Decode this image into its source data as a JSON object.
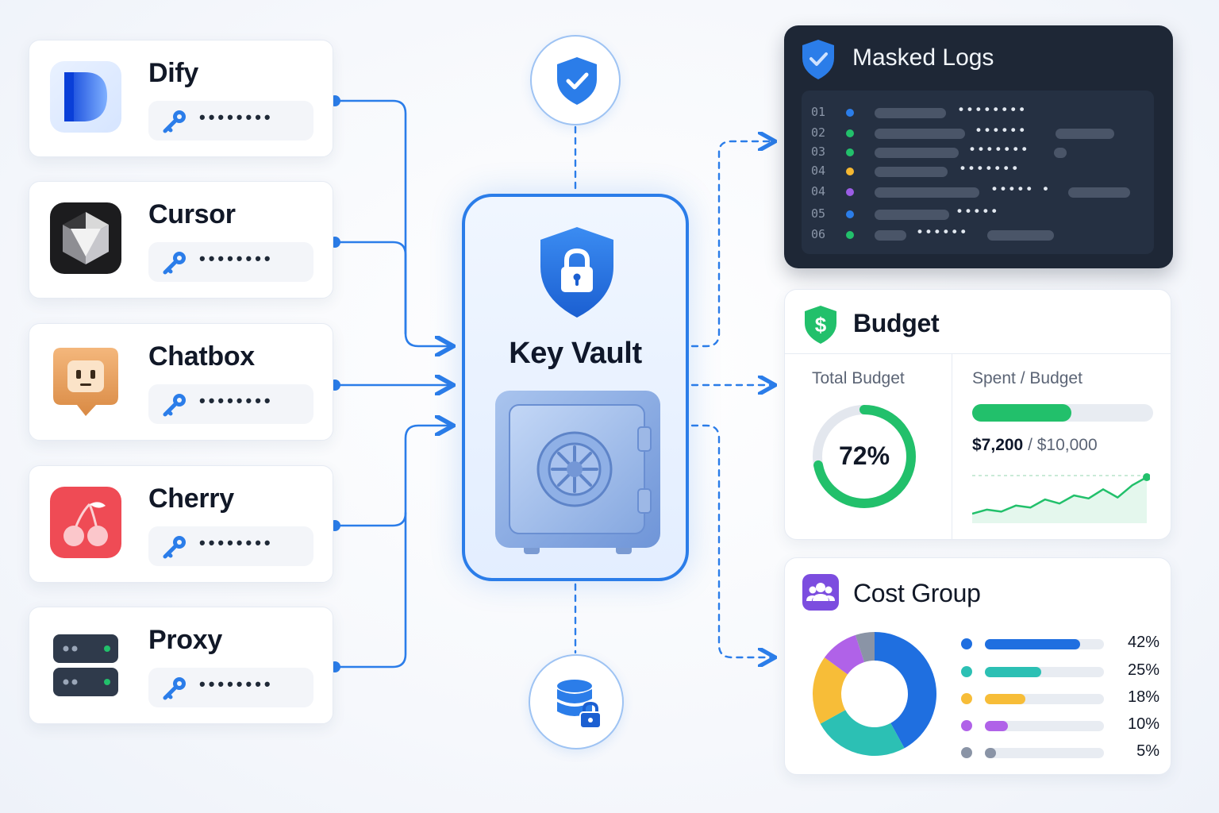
{
  "apps": [
    {
      "name": "Dify",
      "masked_key": "••••••••",
      "icon": "dify-logo-icon"
    },
    {
      "name": "Cursor",
      "masked_key": "••••••••",
      "icon": "cursor-logo-icon"
    },
    {
      "name": "Chatbox",
      "masked_key": "••••••••",
      "icon": "chatbox-logo-icon"
    },
    {
      "name": "Cherry",
      "masked_key": "••••••••",
      "icon": "cherry-logo-icon"
    },
    {
      "name": "Proxy",
      "masked_key": "••••••••",
      "icon": "server-icon"
    }
  ],
  "vault": {
    "title": "Key Vault",
    "top_icon": "shield-check-icon",
    "bottom_icon": "database-lock-icon",
    "accent": "#2b7de9"
  },
  "logs": {
    "title": "Masked Logs",
    "rows": [
      {
        "num": "01",
        "color": "#2b7de9",
        "masked": "••••••••"
      },
      {
        "num": "02",
        "color": "#22c06b",
        "masked": "••••••"
      },
      {
        "num": "03",
        "color": "#22c06b",
        "masked": "•••••••"
      },
      {
        "num": "04",
        "color": "#f5b731",
        "masked": "•••••••"
      },
      {
        "num": "04",
        "color": "#9b5de5",
        "masked": "••••• •"
      },
      {
        "num": "05",
        "color": "#2b7de9",
        "masked": "•••••"
      },
      {
        "num": "06",
        "color": "#22c06b",
        "masked": "••••••"
      }
    ]
  },
  "budget": {
    "title": "Budget",
    "total_label": "Total Budget",
    "total_pct_label": "72%",
    "total_fraction": 0.72,
    "spent_label": "Spent / Budget",
    "spent_fraction": 0.55,
    "spent_value": "$7,200",
    "budget_value": "/ $10,000",
    "trend": [
      4,
      8,
      6,
      12,
      10,
      18,
      14,
      22,
      19,
      28,
      20,
      32,
      40
    ],
    "accent": "#22c06b"
  },
  "cost_group": {
    "title": "Cost Group",
    "segments": [
      {
        "pct_label": "42%",
        "value": 42,
        "color": "#1f6fe0"
      },
      {
        "pct_label": "25%",
        "value": 25,
        "color": "#2cc0b4"
      },
      {
        "pct_label": "18%",
        "value": 18,
        "color": "#f7bd38"
      },
      {
        "pct_label": "10%",
        "value": 10,
        "color": "#b062e8"
      },
      {
        "pct_label": "5%",
        "value": 5,
        "color": "#8a94a6"
      }
    ]
  }
}
